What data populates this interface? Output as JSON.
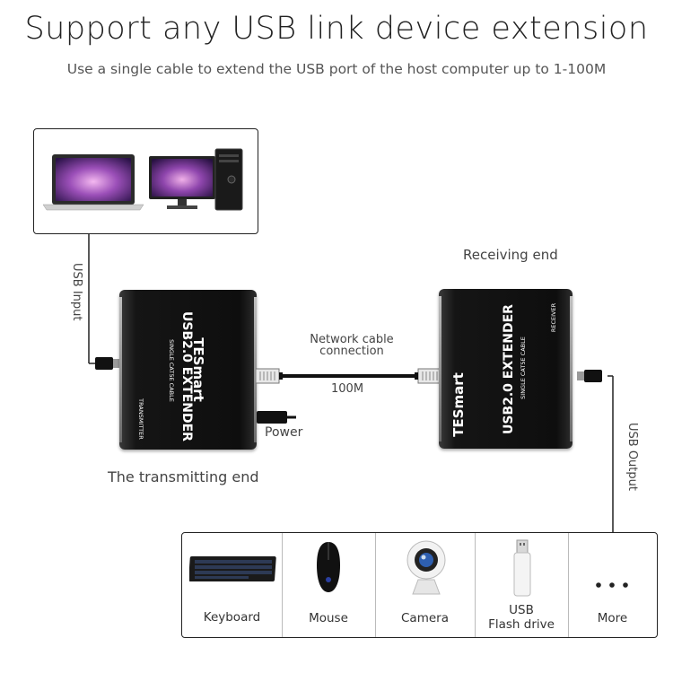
{
  "title": "Support any USB link device extension",
  "subtitle": "Use a single cable to extend the USB port of the host computer up to 1-100M",
  "labels": {
    "usb_input": "USB Input",
    "usb_output": "USB Output",
    "receiving_end": "Receiving end",
    "transmitting_end": "The transmitting end",
    "network_cable_line1": "Network cable",
    "network_cable_line2": "connection",
    "distance": "100M",
    "power": "Power"
  },
  "transmitter": {
    "brand": "TESmart",
    "model": "USB2.0 EXTENDER",
    "cable": "SINGLE CAT5E CABLE",
    "role": "TRANSMITTER"
  },
  "receiver": {
    "brand": "TESmart",
    "model": "USB2.0 EXTENDER",
    "cable": "SINGLE CAT5E CABLE",
    "role": "RECEIVER"
  },
  "devices": [
    {
      "label": "Keyboard",
      "icon": "keyboard-icon"
    },
    {
      "label": "Mouse",
      "icon": "mouse-icon"
    },
    {
      "label": "Camera",
      "icon": "webcam-icon"
    },
    {
      "label_line1": "USB",
      "label_line2": "Flash drive",
      "icon": "usb-flash-drive-icon"
    },
    {
      "label": "More",
      "icon": "more-icon"
    }
  ]
}
